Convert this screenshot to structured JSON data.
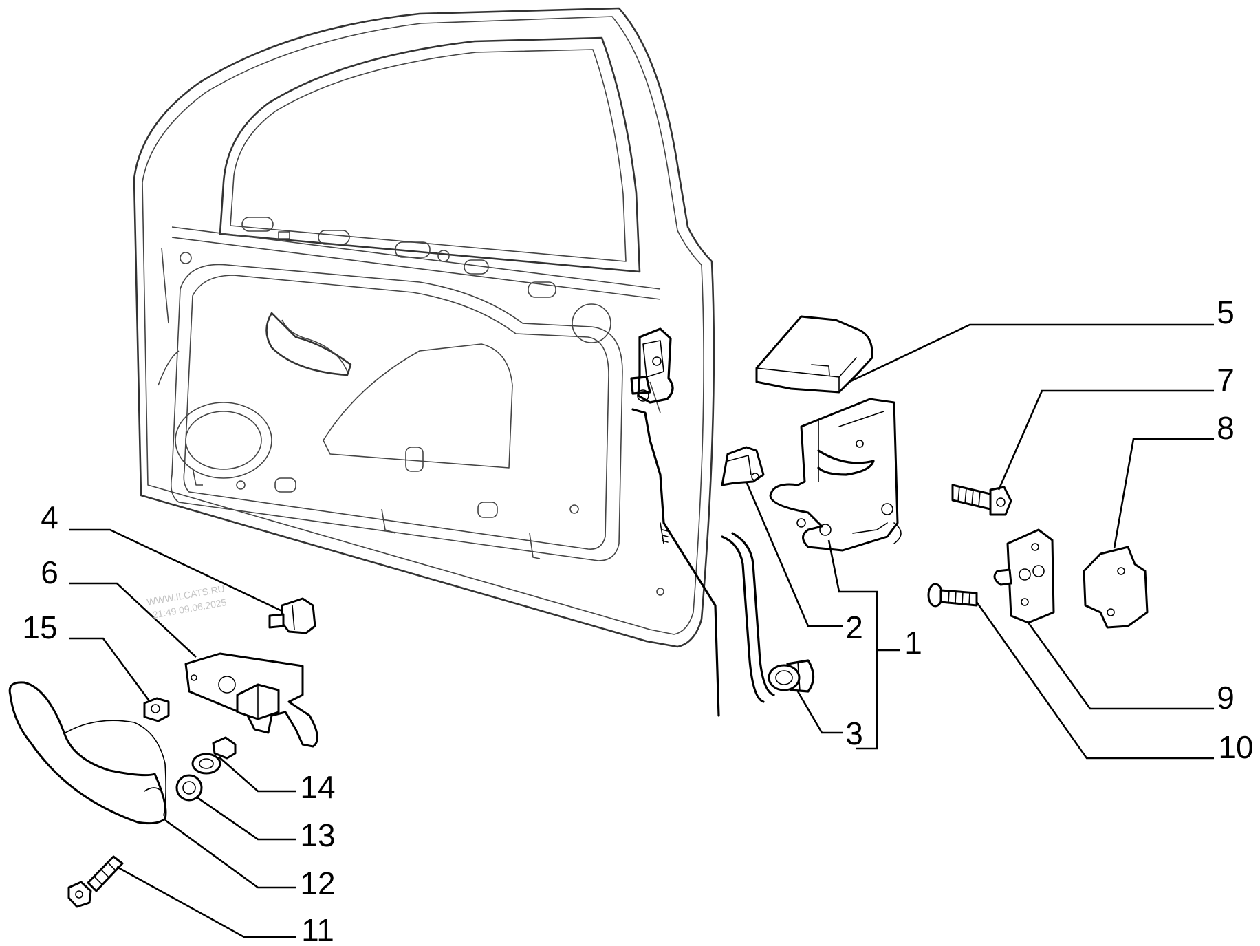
{
  "watermark": {
    "line1": "WWW.ILCATS.RU",
    "line2": "21:49 09.06.2025"
  },
  "parts": [
    {
      "id": "part-1",
      "label": "1"
    },
    {
      "id": "part-2",
      "label": "2"
    },
    {
      "id": "part-3",
      "label": "3"
    },
    {
      "id": "part-4",
      "label": "4"
    },
    {
      "id": "part-5",
      "label": "5"
    },
    {
      "id": "part-6",
      "label": "6"
    },
    {
      "id": "part-7",
      "label": "7"
    },
    {
      "id": "part-8",
      "label": "8"
    },
    {
      "id": "part-9",
      "label": "9"
    },
    {
      "id": "part-10",
      "label": "10"
    },
    {
      "id": "part-11",
      "label": "11"
    },
    {
      "id": "part-12",
      "label": "12"
    },
    {
      "id": "part-13",
      "label": "13"
    },
    {
      "id": "part-14",
      "label": "14"
    },
    {
      "id": "part-15",
      "label": "15"
    }
  ]
}
